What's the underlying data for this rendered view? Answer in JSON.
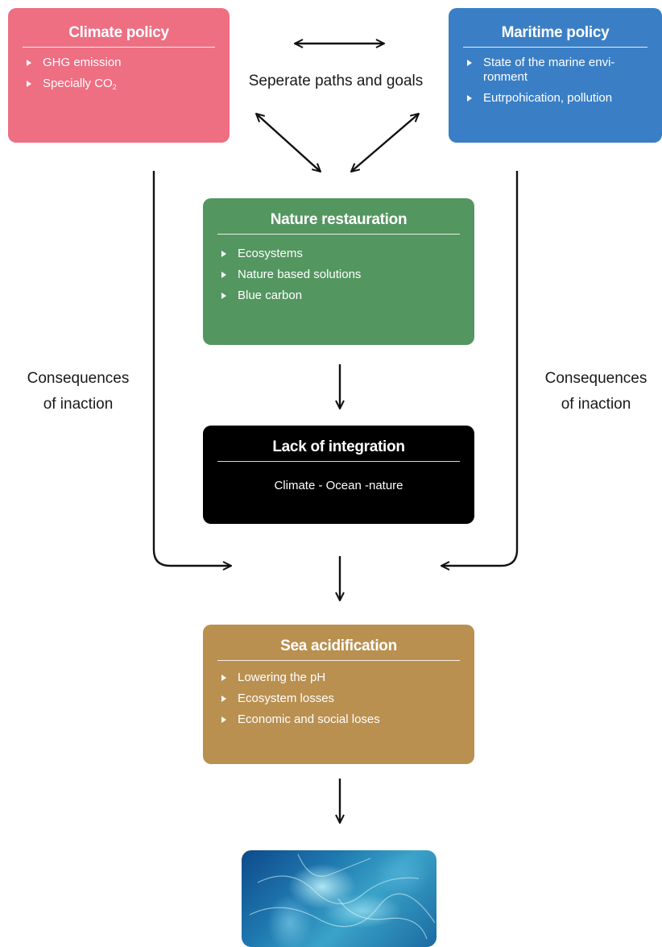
{
  "climate": {
    "title": "Climate policy",
    "items": [
      "GHG emission",
      "Specially CO"
    ],
    "co2_subscript": "2",
    "color": "#ee6e82"
  },
  "maritime": {
    "title": "Maritime policy",
    "items": [
      "State of the marine envi-\nronment",
      "Eutrpohication, pollution"
    ],
    "color": "#3a7fc5"
  },
  "center_label": "Seperate paths and goals",
  "nature": {
    "title": "Nature restauration",
    "items": [
      "Ecosystems",
      "Nature based solutions",
      "Blue carbon"
    ],
    "color": "#549660"
  },
  "lack": {
    "title": "Lack of integration",
    "subtitle": "Climate - Ocean -nature",
    "color": "#000000"
  },
  "acid": {
    "title": "Sea acidification",
    "items": [
      "Lowering the pH",
      "Ecosystem losses",
      "Economic and social loses"
    ],
    "color": "#b99050"
  },
  "consequences_left": "Consequences\nof inaction",
  "consequences_right": "Consequences\nof inaction",
  "ocean_image": {
    "icon": "ocean-water-image",
    "colors": [
      "#0e4a8a",
      "#4fb3d0",
      "#a8e6f0"
    ]
  }
}
